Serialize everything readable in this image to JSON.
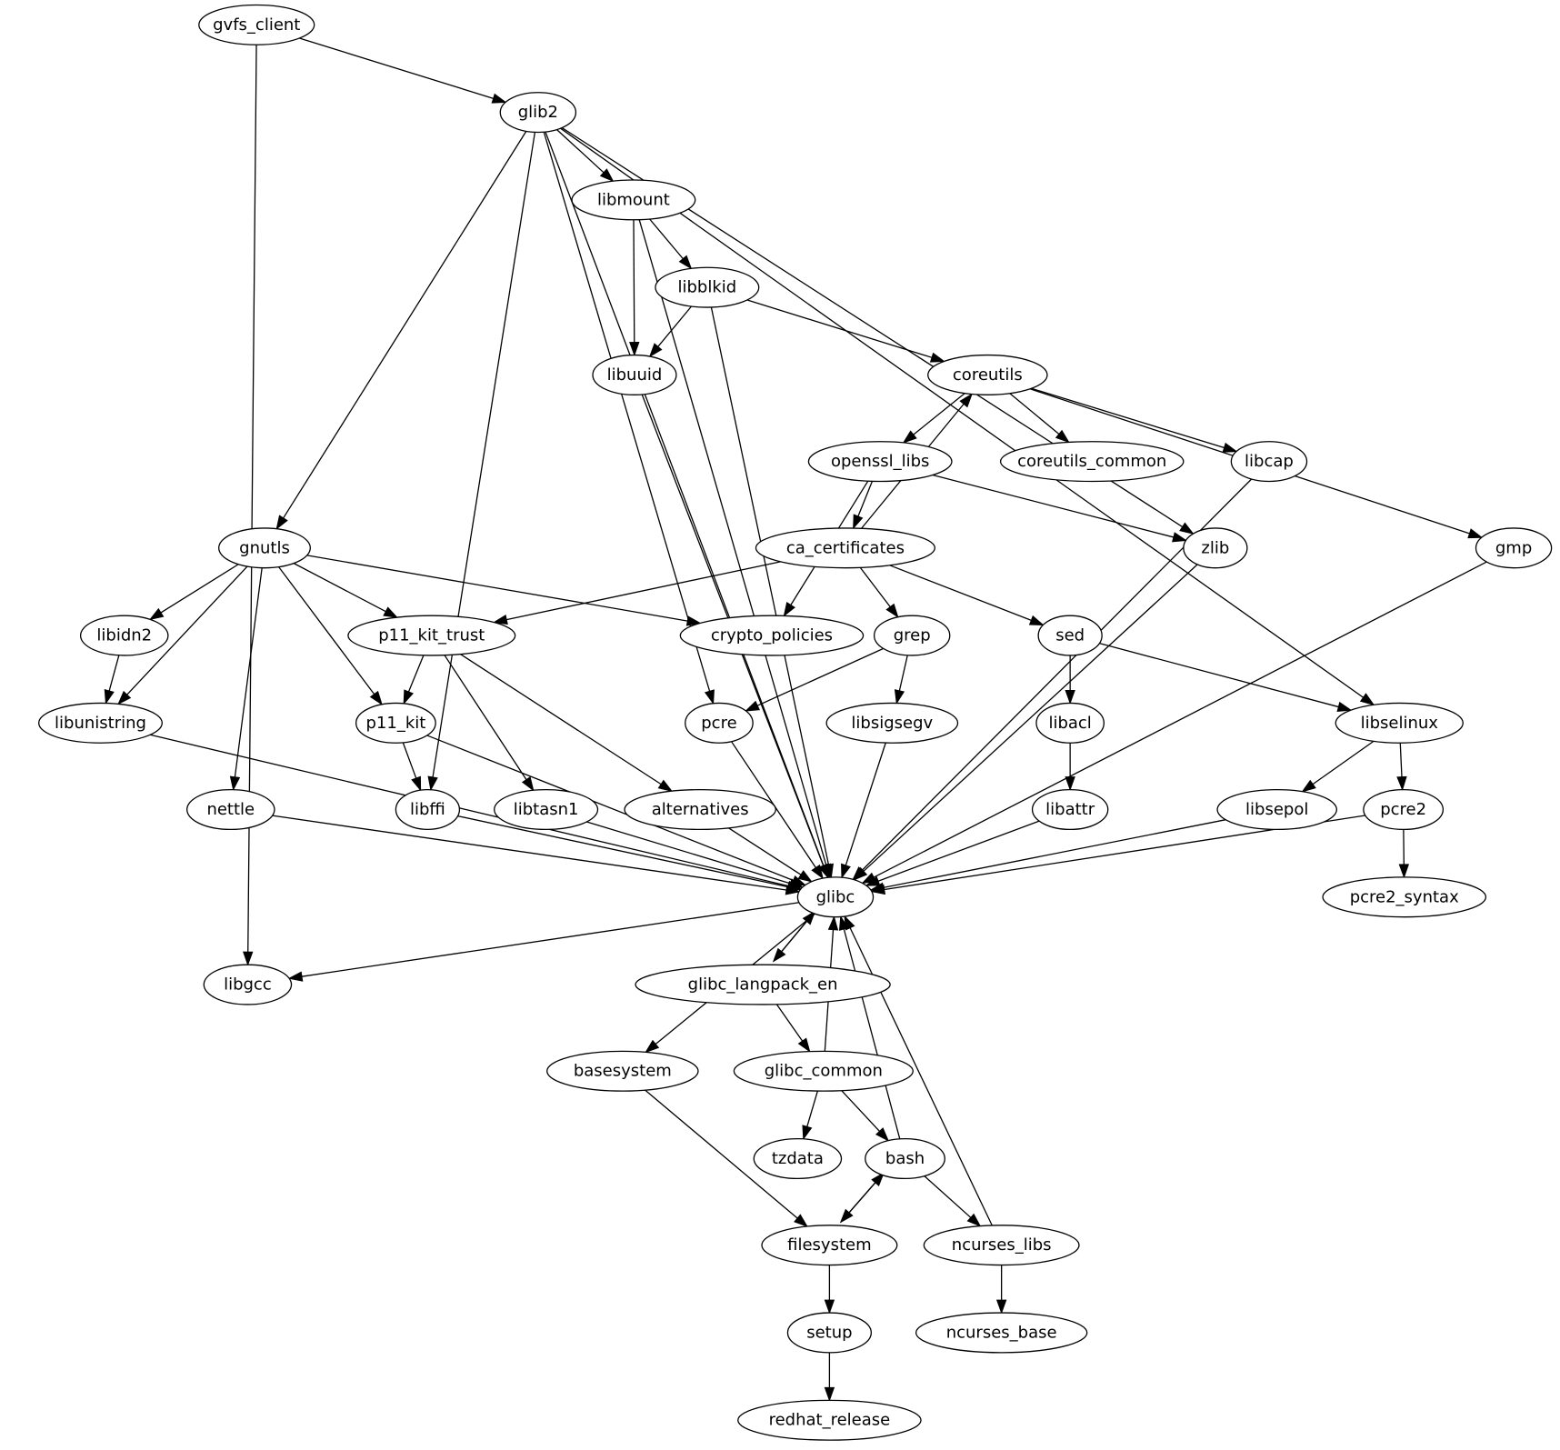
{
  "graph": {
    "title": "Package dependency graph",
    "nodes": [
      {
        "id": "gvfs_client",
        "label": "gvfs_client"
      },
      {
        "id": "glib2",
        "label": "glib2"
      },
      {
        "id": "libmount",
        "label": "libmount"
      },
      {
        "id": "libblkid",
        "label": "libblkid"
      },
      {
        "id": "libuuid",
        "label": "libuuid"
      },
      {
        "id": "coreutils",
        "label": "coreutils"
      },
      {
        "id": "openssl_libs",
        "label": "openssl_libs"
      },
      {
        "id": "coreutils_common",
        "label": "coreutils_common"
      },
      {
        "id": "libcap",
        "label": "libcap"
      },
      {
        "id": "gnutls",
        "label": "gnutls"
      },
      {
        "id": "ca_certificates",
        "label": "ca_certificates"
      },
      {
        "id": "zlib",
        "label": "zlib"
      },
      {
        "id": "gmp",
        "label": "gmp"
      },
      {
        "id": "libidn2",
        "label": "libidn2"
      },
      {
        "id": "p11_kit_trust",
        "label": "p11_kit_trust"
      },
      {
        "id": "crypto_policies",
        "label": "crypto_policies"
      },
      {
        "id": "grep",
        "label": "grep"
      },
      {
        "id": "sed",
        "label": "sed"
      },
      {
        "id": "libunistring",
        "label": "libunistring"
      },
      {
        "id": "p11_kit",
        "label": "p11_kit"
      },
      {
        "id": "pcre",
        "label": "pcre"
      },
      {
        "id": "libsigsegv",
        "label": "libsigsegv"
      },
      {
        "id": "libacl",
        "label": "libacl"
      },
      {
        "id": "libselinux",
        "label": "libselinux"
      },
      {
        "id": "nettle",
        "label": "nettle"
      },
      {
        "id": "libffi",
        "label": "libffi"
      },
      {
        "id": "libtasn1",
        "label": "libtasn1"
      },
      {
        "id": "alternatives",
        "label": "alternatives"
      },
      {
        "id": "libattr",
        "label": "libattr"
      },
      {
        "id": "libsepol",
        "label": "libsepol"
      },
      {
        "id": "pcre2",
        "label": "pcre2"
      },
      {
        "id": "glibc",
        "label": "glibc"
      },
      {
        "id": "pcre2_syntax",
        "label": "pcre2_syntax"
      },
      {
        "id": "libgcc",
        "label": "libgcc"
      },
      {
        "id": "glibc_langpack_en",
        "label": "glibc_langpack_en"
      },
      {
        "id": "basesystem",
        "label": "basesystem"
      },
      {
        "id": "glibc_common",
        "label": "glibc_common"
      },
      {
        "id": "tzdata",
        "label": "tzdata"
      },
      {
        "id": "bash",
        "label": "bash"
      },
      {
        "id": "filesystem",
        "label": "filesystem"
      },
      {
        "id": "ncurses_libs",
        "label": "ncurses_libs"
      },
      {
        "id": "setup",
        "label": "setup"
      },
      {
        "id": "ncurses_base",
        "label": "ncurses_base"
      },
      {
        "id": "redhat_release",
        "label": "redhat_release"
      }
    ],
    "edges": [
      [
        "gvfs_client",
        "glib2"
      ],
      [
        "gvfs_client",
        "libgcc"
      ],
      [
        "glib2",
        "libmount"
      ],
      [
        "glib2",
        "gnutls"
      ],
      [
        "glib2",
        "pcre"
      ],
      [
        "glib2",
        "libffi"
      ],
      [
        "glib2",
        "zlib"
      ],
      [
        "glib2",
        "libselinux"
      ],
      [
        "glib2",
        "glibc"
      ],
      [
        "libmount",
        "libblkid"
      ],
      [
        "libmount",
        "libuuid"
      ],
      [
        "libmount",
        "glibc"
      ],
      [
        "libblkid",
        "libuuid"
      ],
      [
        "libblkid",
        "coreutils"
      ],
      [
        "libblkid",
        "glibc"
      ],
      [
        "libuuid",
        "glibc"
      ],
      [
        "coreutils",
        "openssl_libs"
      ],
      [
        "coreutils",
        "coreutils_common"
      ],
      [
        "coreutils",
        "libcap"
      ],
      [
        "coreutils",
        "gmp"
      ],
      [
        "openssl_libs",
        "ca_certificates"
      ],
      [
        "openssl_libs",
        "zlib"
      ],
      [
        "openssl_libs",
        "crypto_policies"
      ],
      [
        "ca_certificates",
        "coreutils"
      ],
      [
        "ca_certificates",
        "p11_kit_trust"
      ],
      [
        "ca_certificates",
        "grep"
      ],
      [
        "ca_certificates",
        "sed"
      ],
      [
        "libcap",
        "glibc"
      ],
      [
        "zlib",
        "glibc"
      ],
      [
        "gmp",
        "glibc"
      ],
      [
        "gnutls",
        "libidn2"
      ],
      [
        "gnutls",
        "libunistring"
      ],
      [
        "gnutls",
        "nettle"
      ],
      [
        "gnutls",
        "p11_kit"
      ],
      [
        "gnutls",
        "p11_kit_trust"
      ],
      [
        "gnutls",
        "crypto_policies"
      ],
      [
        "libidn2",
        "libunistring"
      ],
      [
        "libunistring",
        "glibc"
      ],
      [
        "p11_kit_trust",
        "p11_kit"
      ],
      [
        "p11_kit_trust",
        "libtasn1"
      ],
      [
        "p11_kit_trust",
        "alternatives"
      ],
      [
        "p11_kit",
        "libffi"
      ],
      [
        "p11_kit",
        "glibc"
      ],
      [
        "grep",
        "pcre"
      ],
      [
        "grep",
        "libsigsegv"
      ],
      [
        "sed",
        "libacl"
      ],
      [
        "sed",
        "libselinux"
      ],
      [
        "pcre",
        "glibc"
      ],
      [
        "libsigsegv",
        "glibc"
      ],
      [
        "libacl",
        "libattr"
      ],
      [
        "libattr",
        "glibc"
      ],
      [
        "libselinux",
        "libsepol"
      ],
      [
        "libselinux",
        "pcre2"
      ],
      [
        "libsepol",
        "glibc"
      ],
      [
        "pcre2",
        "glibc"
      ],
      [
        "pcre2",
        "pcre2_syntax"
      ],
      [
        "nettle",
        "glibc"
      ],
      [
        "libffi",
        "glibc"
      ],
      [
        "libtasn1",
        "glibc"
      ],
      [
        "alternatives",
        "glibc"
      ],
      [
        "glibc",
        "libgcc"
      ],
      [
        "glibc",
        "glibc_langpack_en"
      ],
      [
        "glibc",
        "basesystem"
      ],
      [
        "glibc_langpack_en",
        "glibc"
      ],
      [
        "glibc_langpack_en",
        "glibc_common"
      ],
      [
        "glibc_common",
        "glibc"
      ],
      [
        "glibc_common",
        "tzdata"
      ],
      [
        "glibc_common",
        "bash"
      ],
      [
        "bash",
        "glibc"
      ],
      [
        "bash",
        "filesystem"
      ],
      [
        "bash",
        "ncurses_libs"
      ],
      [
        "basesystem",
        "filesystem"
      ],
      [
        "filesystem",
        "bash"
      ],
      [
        "filesystem",
        "setup"
      ],
      [
        "ncurses_libs",
        "glibc"
      ],
      [
        "ncurses_libs",
        "ncurses_base"
      ],
      [
        "setup",
        "redhat_release"
      ]
    ]
  }
}
